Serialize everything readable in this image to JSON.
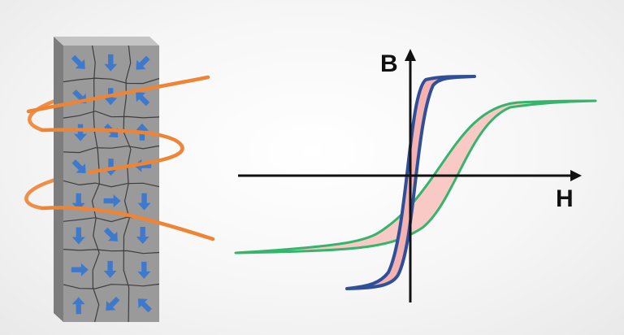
{
  "axes": {
    "y_label": "B",
    "x_label": "H"
  },
  "colors": {
    "bar_front": "#9a9a9a",
    "bar_side": "#7d7d7d",
    "bar_top": "#c4c4c4",
    "grain_line": "#3d3d3d",
    "arrow": "#3f79cc",
    "coil": "#ee8434",
    "wide_loop_stroke": "#35b56c",
    "wide_loop_fill": "#f9c9c6",
    "narrow_loop_stroke": "#2f4f99",
    "narrow_loop_fill": "#f4b2b0",
    "axis": "#111111"
  },
  "icons": {
    "domain_arrow": "block-arrow-icon"
  },
  "domain_arrow_angles_deg": [
    45,
    90,
    135,
    45,
    90,
    225,
    90,
    45,
    270,
    45,
    90,
    180,
    90,
    0,
    90,
    90,
    45,
    90,
    0,
    90,
    90,
    270,
    135,
    225
  ]
}
